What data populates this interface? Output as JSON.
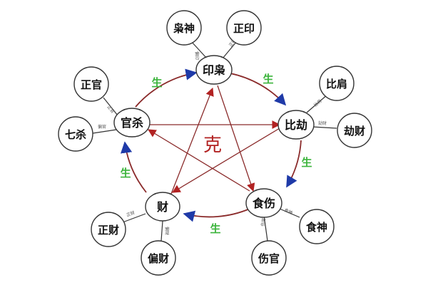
{
  "colors": {
    "cycle": "#8a2a2a",
    "sheng_arrow": "#1f3aa8",
    "ke_arrow": "#b22222",
    "sheng_text": "#3cb43c",
    "ke_text": "#b22222",
    "node_stroke": "#333333"
  },
  "center_label": "克",
  "cycle_label": "生",
  "nodes": [
    {
      "id": "yinxiao",
      "label": "印枭"
    },
    {
      "id": "bijie",
      "label": "比劫"
    },
    {
      "id": "shishang",
      "label": "食伤"
    },
    {
      "id": "cai",
      "label": "财"
    },
    {
      "id": "guansha",
      "label": "官杀"
    }
  ],
  "sub_nodes": [
    {
      "label": "枭神",
      "tag": "偏印"
    },
    {
      "label": "正印",
      "tag": "正印"
    },
    {
      "label": "比肩",
      "tag": "比肩"
    },
    {
      "label": "劫财",
      "tag": "劫财"
    },
    {
      "label": "食神",
      "tag": "食神"
    },
    {
      "label": "伤官",
      "tag": "伤官"
    },
    {
      "label": "偏财",
      "tag": "偏财"
    },
    {
      "label": "正财",
      "tag": "正财"
    },
    {
      "label": "七杀",
      "tag": "偏官"
    },
    {
      "label": "正官",
      "tag": "正官"
    }
  ]
}
